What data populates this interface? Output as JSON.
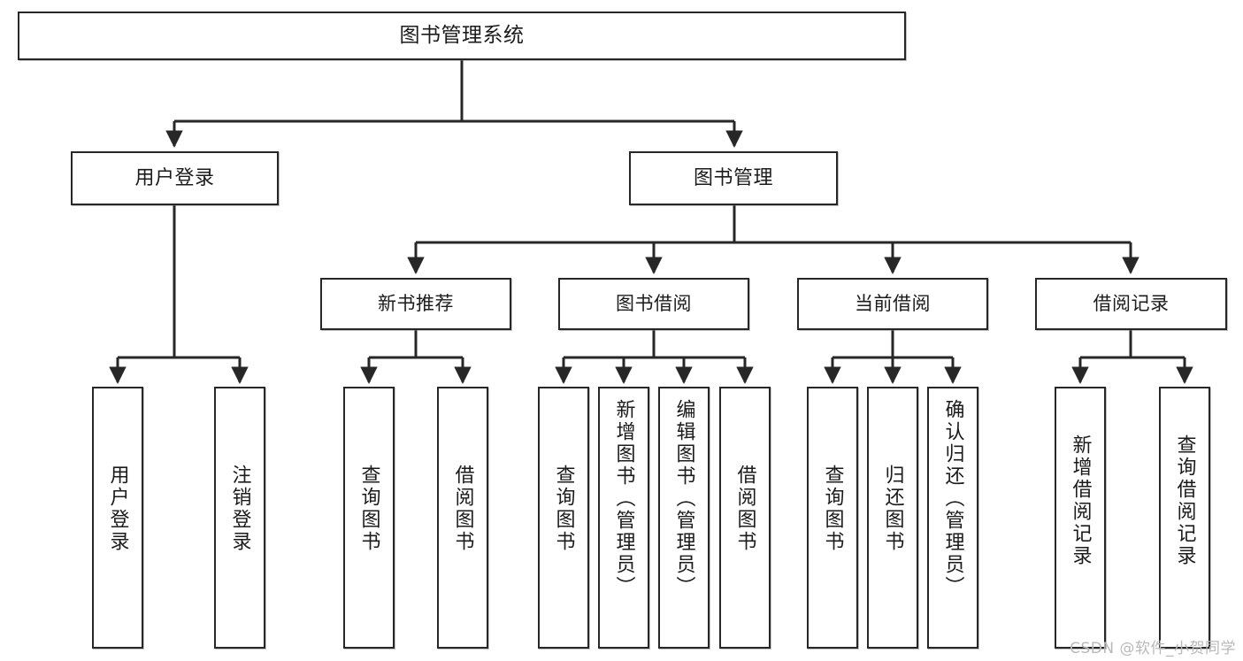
{
  "diagram": {
    "type": "tree",
    "title": "图书管理系统",
    "watermark": "CSDN @软件_小贺同学",
    "colors": {
      "stroke": "#272727",
      "fill": "#ffffff",
      "text": "#1b1b1b",
      "watermark": "#b9b9b9"
    },
    "nodes": {
      "root": {
        "label": "图书管理系统",
        "level": 1
      },
      "lvl2": [
        {
          "label": "用户登录",
          "level": 2
        },
        {
          "label": "图书管理",
          "level": 2
        }
      ],
      "lvl3": [
        {
          "label": "新书推荐",
          "level": 3
        },
        {
          "label": "图书借阅",
          "level": 3
        },
        {
          "label": "当前借阅",
          "level": 3
        },
        {
          "label": "借阅记录",
          "level": 3
        }
      ],
      "leaves": [
        {
          "label": "用户登录",
          "parent": "用户登录"
        },
        {
          "label": "注销登录",
          "parent": "用户登录"
        },
        {
          "label": "查询图书",
          "parent": "新书推荐"
        },
        {
          "label": "借阅图书",
          "parent": "新书推荐"
        },
        {
          "label": "查询图书",
          "parent": "图书借阅"
        },
        {
          "label": "新增图书（管理员）",
          "parent": "图书借阅"
        },
        {
          "label": "编辑图书（管理员）",
          "parent": "图书借阅"
        },
        {
          "label": "借阅图书",
          "parent": "图书借阅"
        },
        {
          "label": "查询图书",
          "parent": "当前借阅"
        },
        {
          "label": "归还图书",
          "parent": "当前借阅"
        },
        {
          "label": "确认归还（管理员）",
          "parent": "当前借阅"
        },
        {
          "label": "新增借阅记录",
          "parent": "借阅记录"
        },
        {
          "label": "查询借阅记录",
          "parent": "借阅记录"
        }
      ]
    }
  }
}
